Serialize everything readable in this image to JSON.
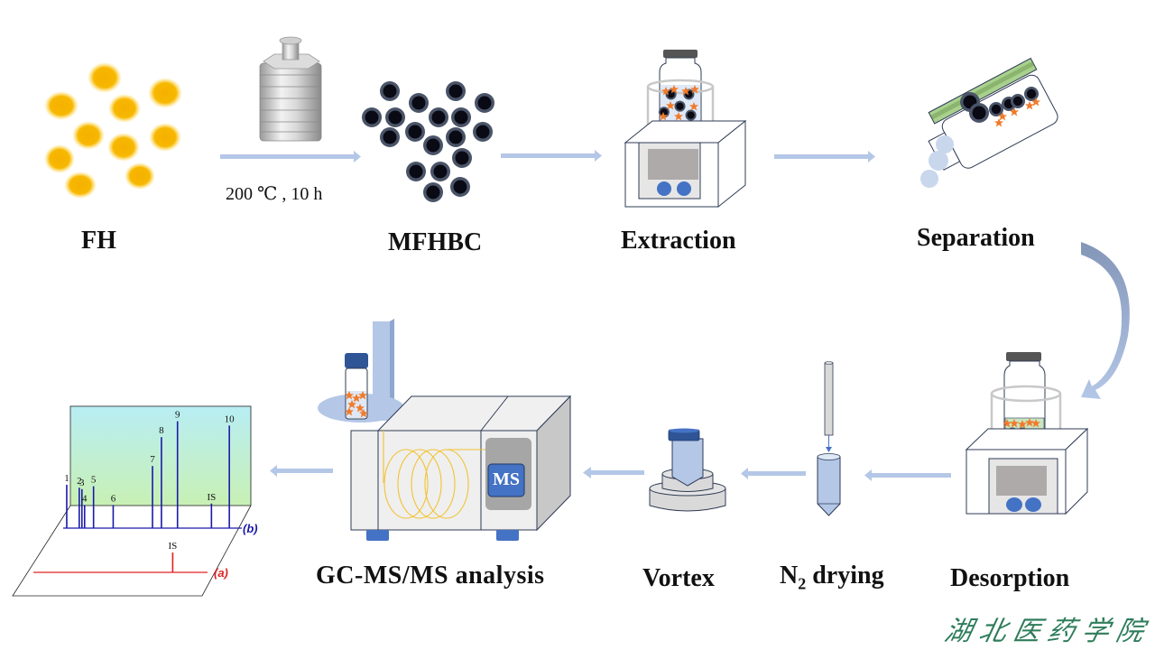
{
  "steps": {
    "fh": {
      "label": "FH"
    },
    "synthesis": {
      "condition": "200 ℃ , 10 h"
    },
    "mfhbc": {
      "label": "MFHBC"
    },
    "extraction": {
      "label": "Extraction"
    },
    "separation": {
      "label": "Separation"
    },
    "desorption": {
      "label": "Desorption"
    },
    "n2_drying": {
      "label_main": "N",
      "label_sub": "2",
      "label_rest": " drying"
    },
    "vortex": {
      "label": "Vortex"
    },
    "gcms": {
      "label": "GC-MS/MS  analysis",
      "ms_badge": "MS"
    }
  },
  "chromatogram": {
    "trace_b_tag": "(b)",
    "trace_a_tag": "(a)",
    "trace_b_color": "#1a1aa8",
    "trace_a_color": "#e02020",
    "peaks_b": [
      {
        "label": "1",
        "rt": 0.02,
        "height": 0.3
      },
      {
        "label": "2",
        "rt": 0.09,
        "height": 0.28
      },
      {
        "label": "3",
        "rt": 0.105,
        "height": 0.27
      },
      {
        "label": "4",
        "rt": 0.12,
        "height": 0.16
      },
      {
        "label": "5",
        "rt": 0.17,
        "height": 0.29
      },
      {
        "label": "6",
        "rt": 0.28,
        "height": 0.16
      },
      {
        "label": "7",
        "rt": 0.5,
        "height": 0.43
      },
      {
        "label": "8",
        "rt": 0.55,
        "height": 0.63
      },
      {
        "label": "9",
        "rt": 0.64,
        "height": 0.74
      },
      {
        "label": "IS",
        "rt": 0.83,
        "height": 0.17
      },
      {
        "label": "10",
        "rt": 0.93,
        "height": 0.71
      }
    ],
    "peaks_a": [
      {
        "label": "IS",
        "rt": 0.8,
        "height": 0.4
      }
    ]
  },
  "colors": {
    "arrow": "#b4c7e7",
    "fiber": "#f5b400",
    "bead_core": "#0a0a14",
    "bead_ring": "#4a5468",
    "analyte": "#f07a2a",
    "device_blue": "#4472c4",
    "logo": "#2e7d5b"
  },
  "logo": {
    "text": "湖北医药学院"
  }
}
